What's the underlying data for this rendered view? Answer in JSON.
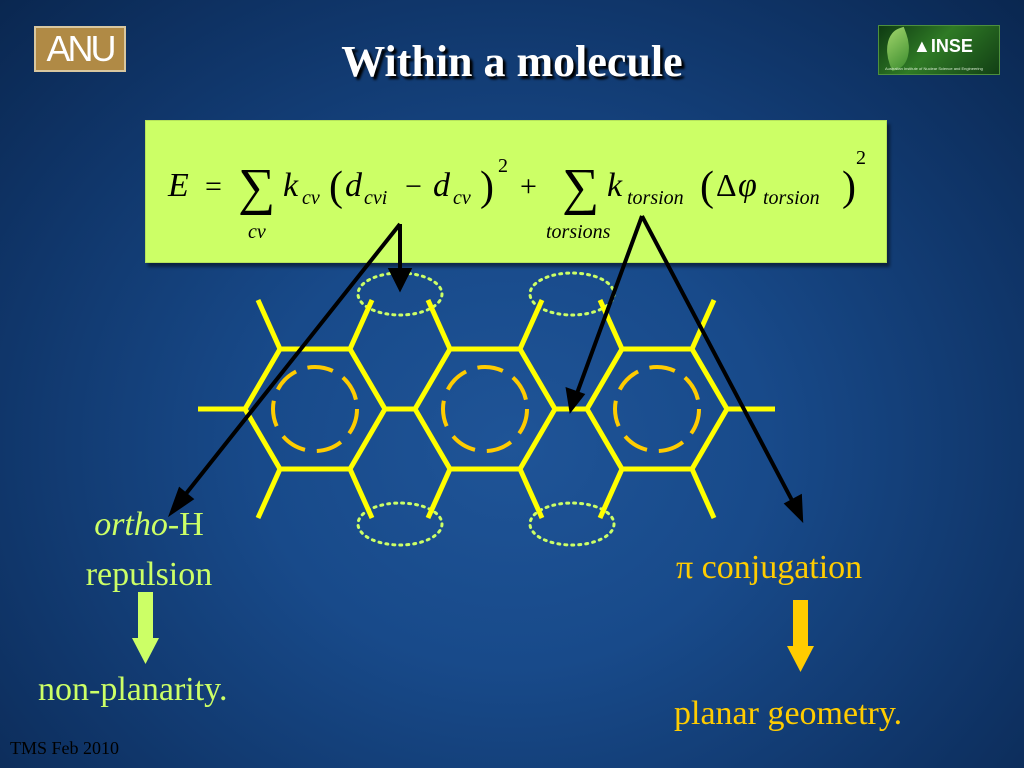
{
  "header": {
    "title": "Within a molecule",
    "left_logo_text": "ANU",
    "right_logo_text": "INSE",
    "right_logo_tagline": "Australian Institute of Nuclear Science and Engineering"
  },
  "equation": {
    "lhs": "E",
    "equals": "=",
    "sum_symbol": "∑",
    "k": "k",
    "cv_sub": "cv",
    "d": "d",
    "cvi_sub": "cvi",
    "minus": "−",
    "exponent": "2",
    "plus": "+",
    "torsion_sub": "torsion",
    "delta": "Δ",
    "phi": "φ",
    "open_paren": "(",
    "close_paren": ")",
    "sum1_index": "cv",
    "sum2_index": "torsions"
  },
  "labels": {
    "ortho_italic": "ortho",
    "ortho_rest": "-H",
    "repulsion": "repulsion",
    "non_planarity": "non-planarity.",
    "pi_conjugation": "π conjugation",
    "planar_geometry": "planar geometry."
  },
  "footer": "TMS Feb 2010",
  "colors": {
    "background": "#184a8a",
    "equation_box": "#ccff66",
    "bonds": "#ffff00",
    "aromatic_ring": "#ffcc00",
    "h_ellipse": "#ccff66",
    "green_text": "#ccff66",
    "orange_text": "#ffcc00"
  }
}
